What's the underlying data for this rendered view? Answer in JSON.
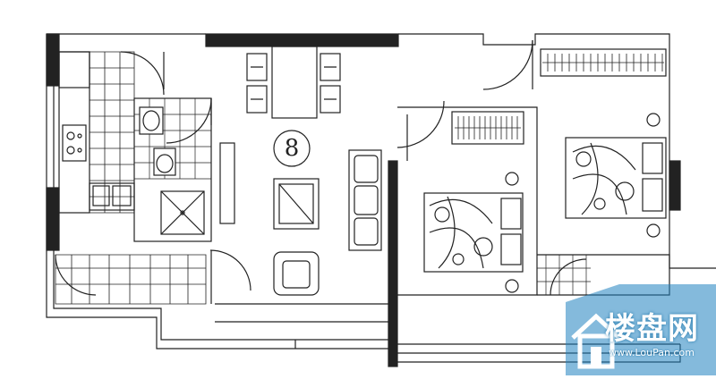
{
  "plan": {
    "unit_label": "8"
  },
  "watermark": {
    "brand": "楼盘网",
    "url": "www.LouPan.com"
  },
  "colors": {
    "line": "#222222",
    "wall": "#222222",
    "background": "#ffffff",
    "watermark": "#1f82c0"
  }
}
